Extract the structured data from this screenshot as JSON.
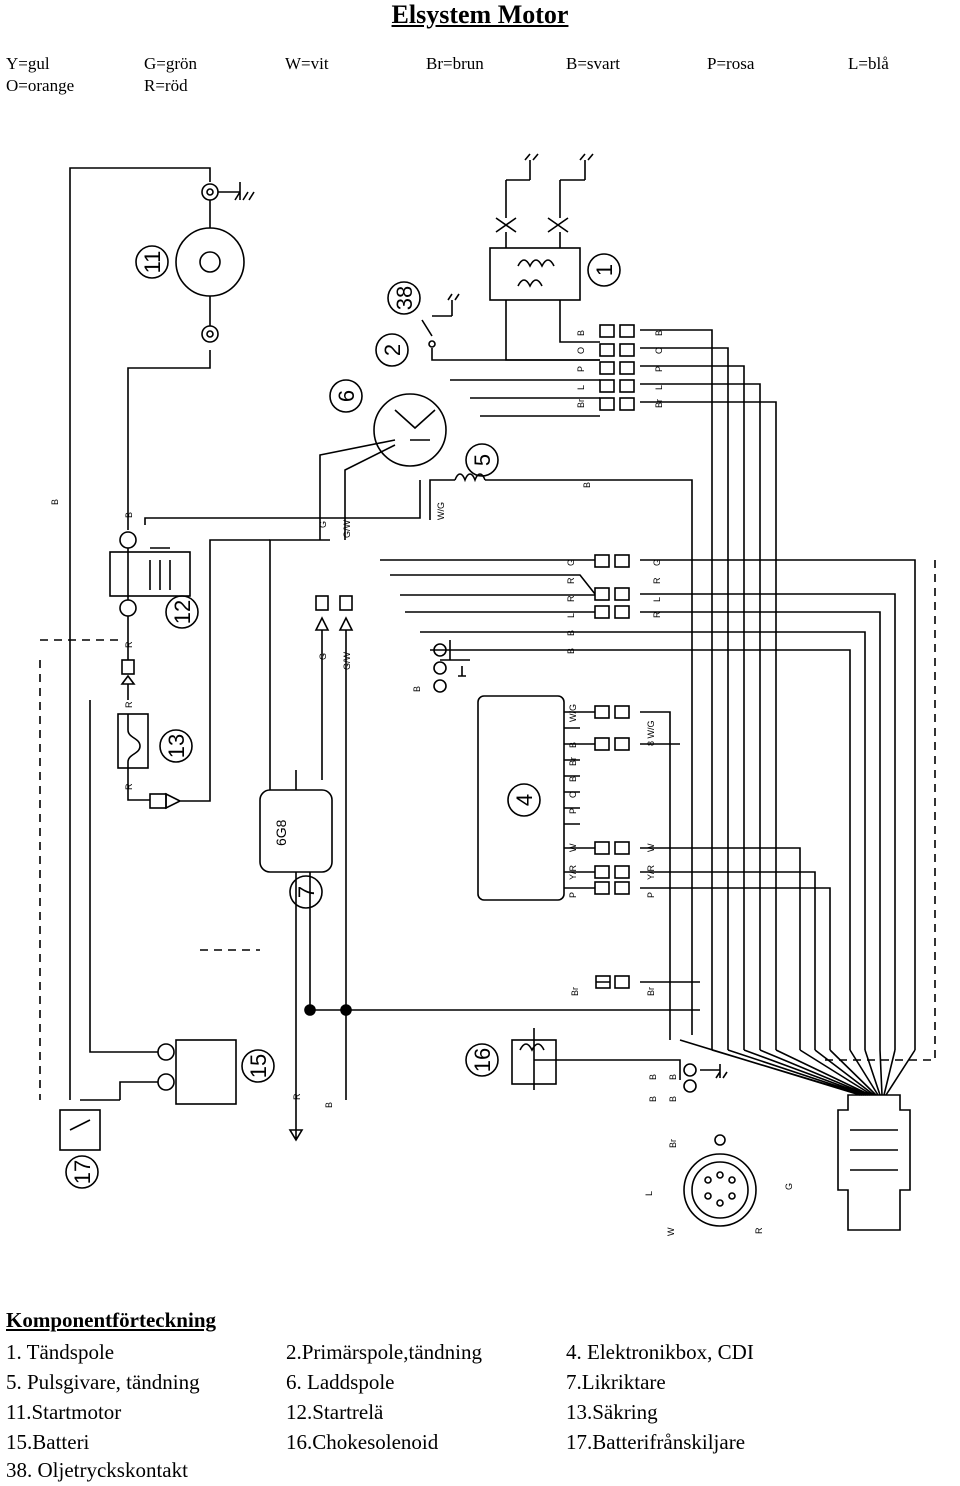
{
  "title": "Elsystem Motor",
  "legend": {
    "row1": [
      "Y=gul",
      "G=grön",
      "W=vit",
      "Br=brun",
      "B=svart",
      "P=rosa",
      "L=blå"
    ],
    "row2": [
      "O=orange",
      "R=röd"
    ]
  },
  "diagram": {
    "markers": [
      "1",
      "2",
      "4",
      "5",
      "6",
      "7",
      "11",
      "12",
      "13",
      "15",
      "16",
      "17",
      "38"
    ],
    "cdi_code": "6G8",
    "wire_labels": {
      "left_b": "B",
      "b12": "B",
      "r12": "R",
      "r13a": "R",
      "r13b": "R",
      "g": "G",
      "gw": "G/W",
      "g2": "G",
      "gw2": "G/W",
      "wg": "W/G",
      "b5": "B",
      "bat_r": "R",
      "bat_b": "B",
      "plug_br": "Br",
      "plug_l": "L",
      "plug_w": "W",
      "plug_r": "R",
      "plug_g": "G"
    },
    "connector_left": [
      "B",
      "O",
      "P",
      "L",
      "Br"
    ],
    "connector_right": [
      "B",
      "O",
      "P",
      "L",
      "Br"
    ],
    "cdi_pins": [
      "W/G",
      "B",
      "Br",
      "B",
      "O",
      "P",
      "W",
      "Y/R",
      "P"
    ],
    "harness_left": [
      "G",
      "R",
      "R",
      "L",
      "B",
      "B"
    ],
    "harness_right": [
      "G",
      "R",
      "L",
      "R"
    ],
    "wg_right": [
      "8 W/G"
    ],
    "w_right": [
      "W"
    ],
    "yrp_right": [
      "Y/R",
      "P"
    ],
    "br_pair": [
      "Br",
      "Br"
    ],
    "b16": [
      "B",
      "B"
    ],
    "b16r": [
      "B",
      "B"
    ],
    "b_mid": "B"
  },
  "components": {
    "heading": "Komponentförteckning",
    "items": [
      "1. Tändspole",
      "2.Primärspole,tändning",
      "4. Elektronikbox, CDI",
      "5. Pulsgivare, tändning",
      "6. Laddspole",
      "7.Likriktare",
      "11.Startmotor",
      "12.Startrelä",
      "13.Säkring",
      "15.Batteri",
      "16.Chokesolenoid",
      "17.Batterifrånskiljare",
      "38. Oljetryckskontakt"
    ]
  }
}
